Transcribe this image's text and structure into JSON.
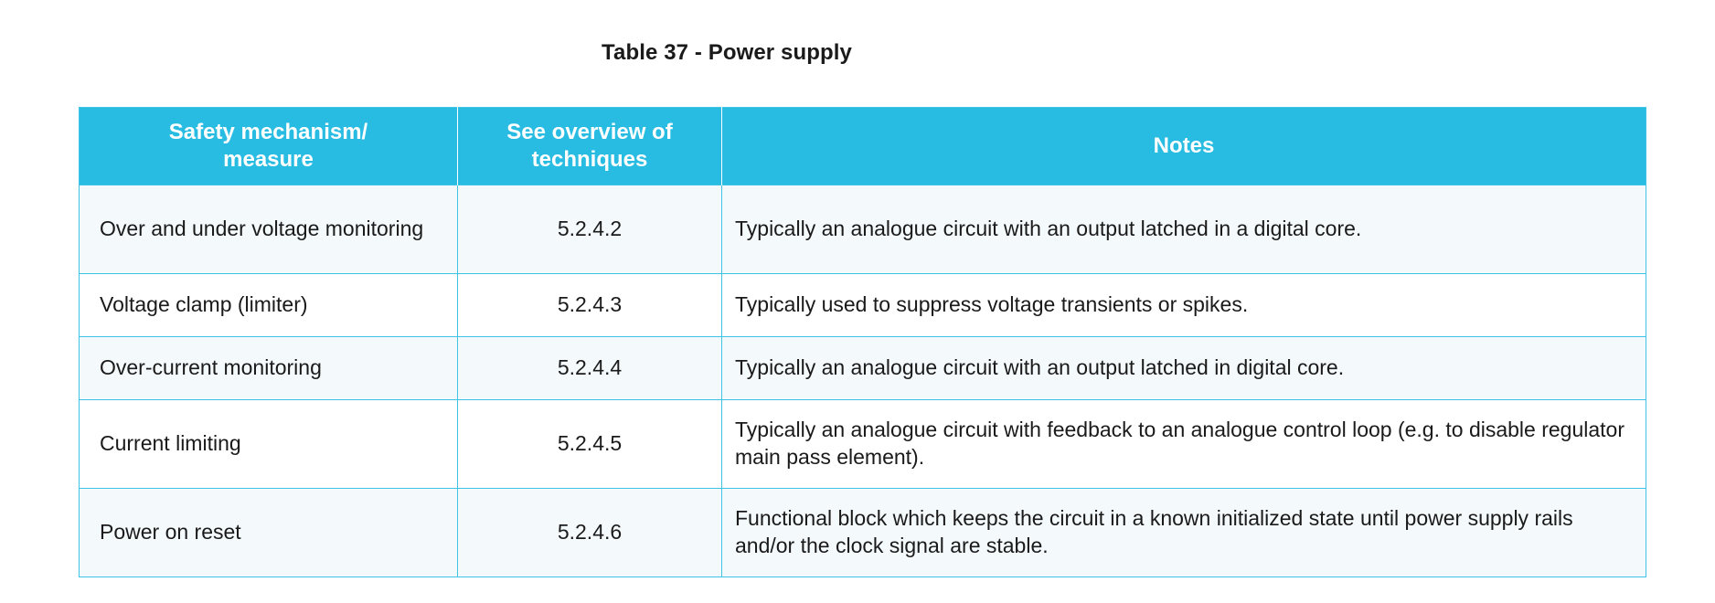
{
  "document": {
    "title": "Table 37 - Power supply"
  },
  "colors": {
    "header_background": "#29BCE2",
    "header_text": "#FFFFFF",
    "border": "#3FC3E6",
    "row_alt_background": "#F4F9FC",
    "row_background": "#FFFFFF",
    "body_text": "#1A1A1A"
  },
  "table": {
    "columns": [
      {
        "key": "mechanism",
        "label": "Safety mechanism/ measure",
        "align": "center"
      },
      {
        "key": "reference",
        "label": "See overview of techniques",
        "align": "center"
      },
      {
        "key": "notes",
        "label": "Notes",
        "align": "center"
      }
    ],
    "header": {
      "col1_line1": "Safety mechanism/",
      "col1_line2": "measure",
      "col2_line1": "See overview of",
      "col2_line2": "techniques",
      "col3": "Notes"
    },
    "rows": [
      {
        "mechanism": "Over and under voltage monitoring",
        "reference": "5.2.4.2",
        "notes": "Typically an analogue circuit with an output latched in a digital core.",
        "height": "tall",
        "shade": "alt"
      },
      {
        "mechanism": "Voltage clamp (limiter)",
        "reference": "5.2.4.3",
        "notes": "Typically used to suppress voltage transients or spikes.",
        "height": "short",
        "shade": "plain"
      },
      {
        "mechanism": "Over-current monitoring",
        "reference": "5.2.4.4",
        "notes": "Typically an analogue circuit with an output latched in digital core.",
        "height": "short",
        "shade": "alt"
      },
      {
        "mechanism": "Current limiting",
        "reference": "5.2.4.5",
        "notes": "Typically an analogue circuit with feedback to an analogue control loop (e.g. to disable regulator main pass element).",
        "height": "tall",
        "shade": "plain"
      },
      {
        "mechanism": "Power on reset",
        "reference": "5.2.4.6",
        "notes": "Functional block which keeps the circuit in a known initialized state until power supply rails and/or the clock signal are stable.",
        "height": "tall",
        "shade": "alt"
      }
    ]
  }
}
